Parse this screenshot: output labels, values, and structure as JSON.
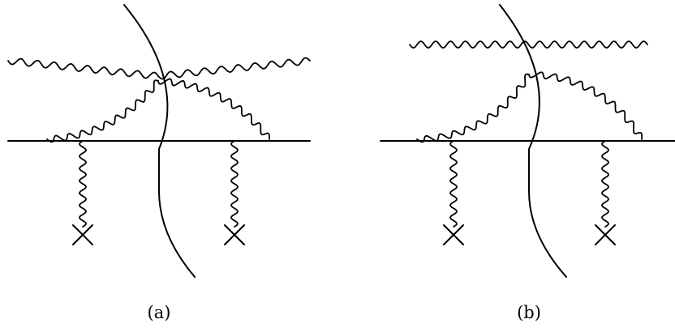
{
  "panels": [
    {
      "id": "a",
      "caption": "(a)"
    },
    {
      "id": "b",
      "caption": "(b)"
    }
  ]
}
